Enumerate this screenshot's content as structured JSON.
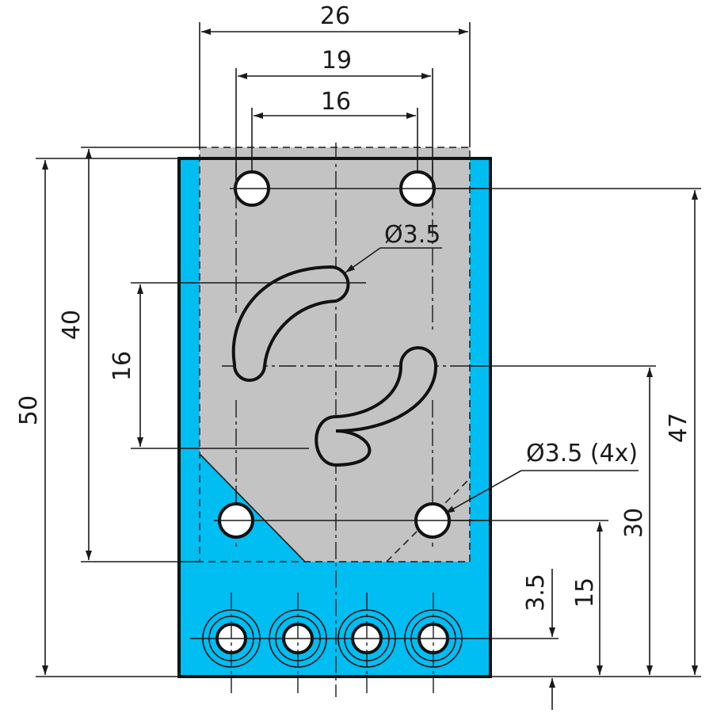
{
  "colors": {
    "board": "#00bdf2",
    "cover": "#c3c3c3",
    "outline": "#111111",
    "line": "#1a1a1a"
  },
  "dimensions": {
    "width_26": "26",
    "width_19": "19",
    "width_16": "16",
    "height_50": "50",
    "height_40": "40",
    "slot_16": "16",
    "height_47": "47",
    "height_30": "30",
    "height_15": "15",
    "height_3_5": "3.5",
    "slot_diameter": "Ø3.5",
    "hole_diameter": "Ø3.5 (4x)"
  }
}
